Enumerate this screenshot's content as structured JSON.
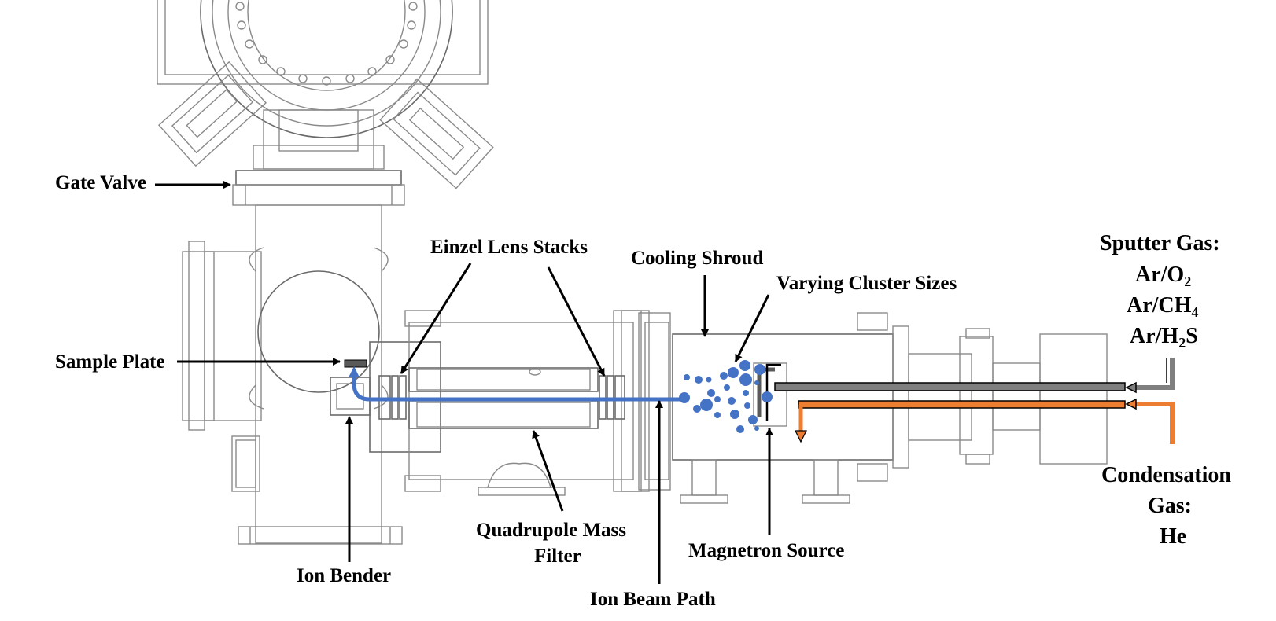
{
  "labels": {
    "gate_valve": "Gate Valve",
    "sample_plate": "Sample Plate",
    "einzel_lens_stacks": "Einzel Lens Stacks",
    "cooling_shroud": "Cooling Shroud",
    "varying_cluster_sizes": "Varying Cluster Sizes",
    "ion_bender": "Ion Bender",
    "quadrupole_line1": "Quadrupole Mass",
    "quadrupole_line2": "Filter",
    "ion_beam_path": "Ion Beam Path",
    "magnetron_source": "Magnetron Source"
  },
  "sputter_gas": {
    "title": "Sputter Gas:",
    "gas1": "Ar/O",
    "gas1_sub": "2",
    "gas2": "Ar/CH",
    "gas2_sub": "4",
    "gas3_a": "Ar/H",
    "gas3_sub": "2",
    "gas3_b": "S"
  },
  "condensation_gas": {
    "line1": "Condensation",
    "line2": "Gas:",
    "line3": "He"
  },
  "colors": {
    "ion_beam": "#4472c4",
    "clusters": "#4472c4",
    "sputter_gas_line": "#7f7f7f",
    "condensation_gas_line": "#ed7d31",
    "equipment_outline": "#8a8a8a",
    "annotation_arrows": "#000000"
  }
}
